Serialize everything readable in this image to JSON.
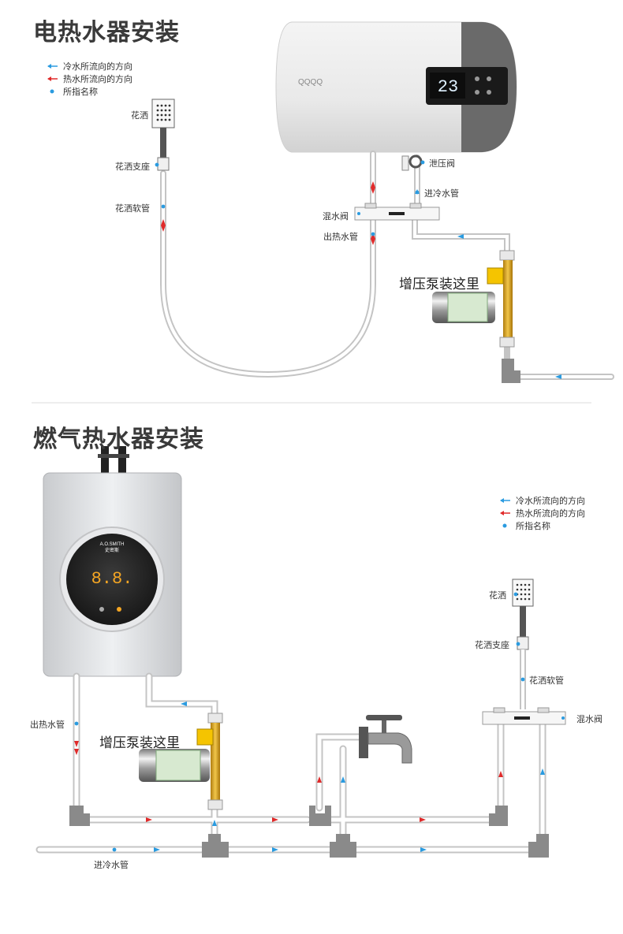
{
  "electric": {
    "title": "电热水器安装",
    "legend": {
      "cold": "冷水所流向的方向",
      "hot": "热水所流向的方向",
      "dot": "所指名称"
    },
    "heater": {
      "brand": "QQQQ",
      "display": "23"
    },
    "labels": {
      "shower_head": "花洒",
      "shower_holder": "花洒支座",
      "shower_hose": "花洒软管",
      "relief_valve": "泄压阀",
      "cold_inlet": "进冷水管",
      "mixing_valve": "混水阀",
      "hot_outlet": "出热水管",
      "pump_here": "增压泵装这里"
    }
  },
  "gas": {
    "title": "燃气热水器安装",
    "legend": {
      "cold": "冷水所流向的方向",
      "hot": "热水所流向的方向",
      "dot": "所指名称"
    },
    "heater": {
      "brand": "A.O.SMITH",
      "brand_cn": "史密斯",
      "display": "8.8."
    },
    "labels": {
      "shower_head": "花洒",
      "shower_holder": "花洒支座",
      "shower_hose": "花洒软管",
      "mixing_valve": "混水阀",
      "hot_outlet": "出热水管",
      "pump_here": "增压泵装这里",
      "cold_inlet": "进冷水管"
    }
  },
  "colors": {
    "cold": "#2a9be0",
    "hot": "#e02a2a",
    "pipe": "#b8b8b8",
    "fitting": "#8a8a8a",
    "brass": "#d9a520"
  }
}
